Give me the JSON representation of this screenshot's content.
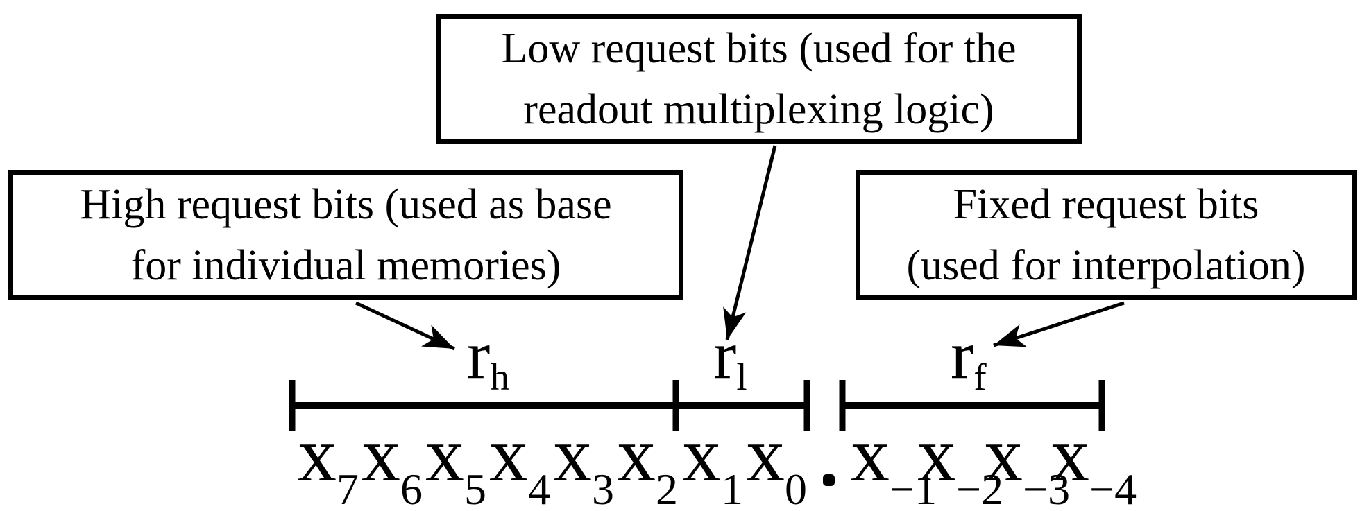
{
  "figure": {
    "description_role": "bit-field diagram of a request word",
    "colors": {
      "ink": "#000000",
      "background": "#ffffff"
    }
  },
  "callouts": {
    "low": {
      "line1": "Low request bits (used for the",
      "line2": "readout multiplexing logic)"
    },
    "high": {
      "line1": "High request bits (used as base",
      "line2": "for individual memories)"
    },
    "fixed": {
      "line1": "Fixed request bits",
      "line2": "(used for interpolation)"
    }
  },
  "fields": {
    "high": {
      "base": "r",
      "sub": "h"
    },
    "low": {
      "base": "r",
      "sub": "l"
    },
    "fixed": {
      "base": "r",
      "sub": "f"
    }
  },
  "bits": {
    "integer": [
      {
        "base": "x",
        "sub": "7"
      },
      {
        "base": "x",
        "sub": "6"
      },
      {
        "base": "x",
        "sub": "5"
      },
      {
        "base": "x",
        "sub": "4"
      },
      {
        "base": "x",
        "sub": "3"
      },
      {
        "base": "x",
        "sub": "2"
      },
      {
        "base": "x",
        "sub": "1"
      },
      {
        "base": "x",
        "sub": "0"
      }
    ],
    "radix_point": ".",
    "fraction": [
      {
        "base": "x",
        "sub": "−1"
      },
      {
        "base": "x",
        "sub": "−2"
      },
      {
        "base": "x",
        "sub": "−3"
      },
      {
        "base": "x",
        "sub": "−4"
      }
    ]
  }
}
